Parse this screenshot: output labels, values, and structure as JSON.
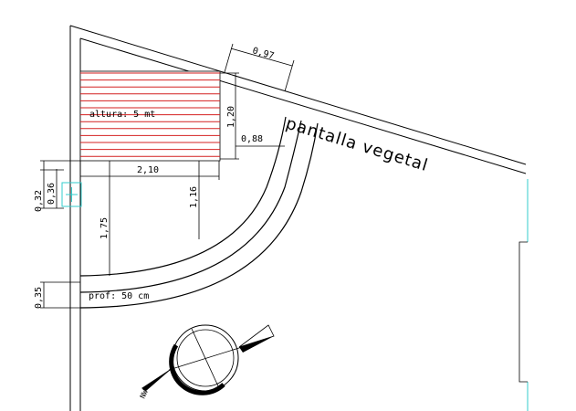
{
  "drawing": {
    "label_height": "altura: 5 mt",
    "label_depth": "prof: 50 cm",
    "label_screen": "pantalla vegetal",
    "compass_label": "NW",
    "dimensions": {
      "d097": "0,97",
      "d120": "1,20",
      "d088": "0,88",
      "d210": "2,10",
      "d116": "1,16",
      "d175": "1,75",
      "d032": "0,32",
      "d036": "0,36",
      "d035": "0,35"
    }
  },
  "colors": {
    "hatch": "#d42020",
    "ink": "#000000",
    "marker": "#33cccc"
  }
}
